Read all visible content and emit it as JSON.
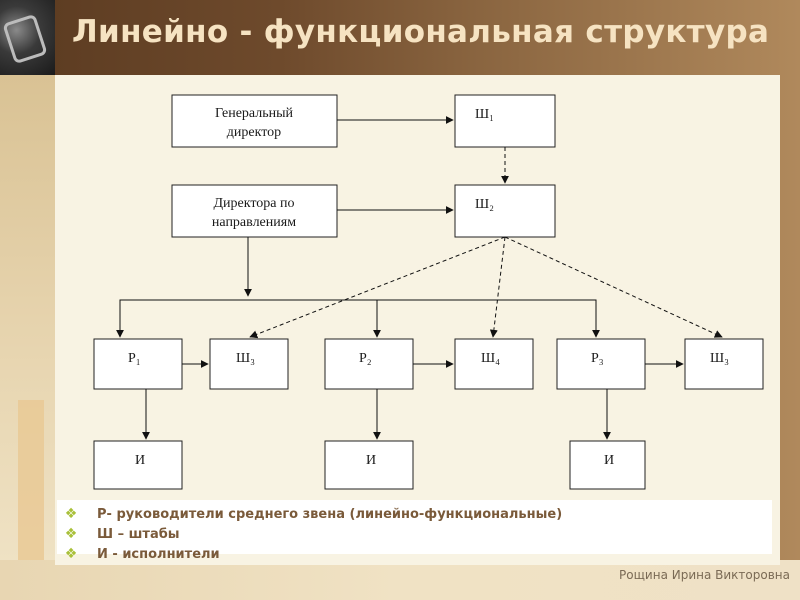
{
  "slide": {
    "title": "Линейно - функциональная структура",
    "author": "Рощина Ирина Викторовна"
  },
  "diagram": {
    "nodes": {
      "general_director": [
        "Генеральный",
        "директор"
      ],
      "directors": [
        "Директора  по",
        "направлениям"
      ],
      "sh1": "Ш₁",
      "sh2": "Ш₂",
      "r1": "Р₁",
      "sh3a": "Ш₃",
      "r2": "Р₂",
      "sh4": "Ш₄",
      "r3": "Р₃",
      "sh3b": "Ш₃",
      "i1": "И",
      "i2": "И",
      "i3": "И"
    }
  },
  "legend": {
    "items": [
      "Р- руководители среднего звена (линейно-функциональные)",
      "Ш – штабы",
      "И - исполнители"
    ],
    "bullet_icon": "checkered-diamond-icon",
    "bullet_color": "#a9c03a"
  },
  "colors": {
    "title": "#f6e3c2",
    "legend_text": "#7a5a3a"
  }
}
